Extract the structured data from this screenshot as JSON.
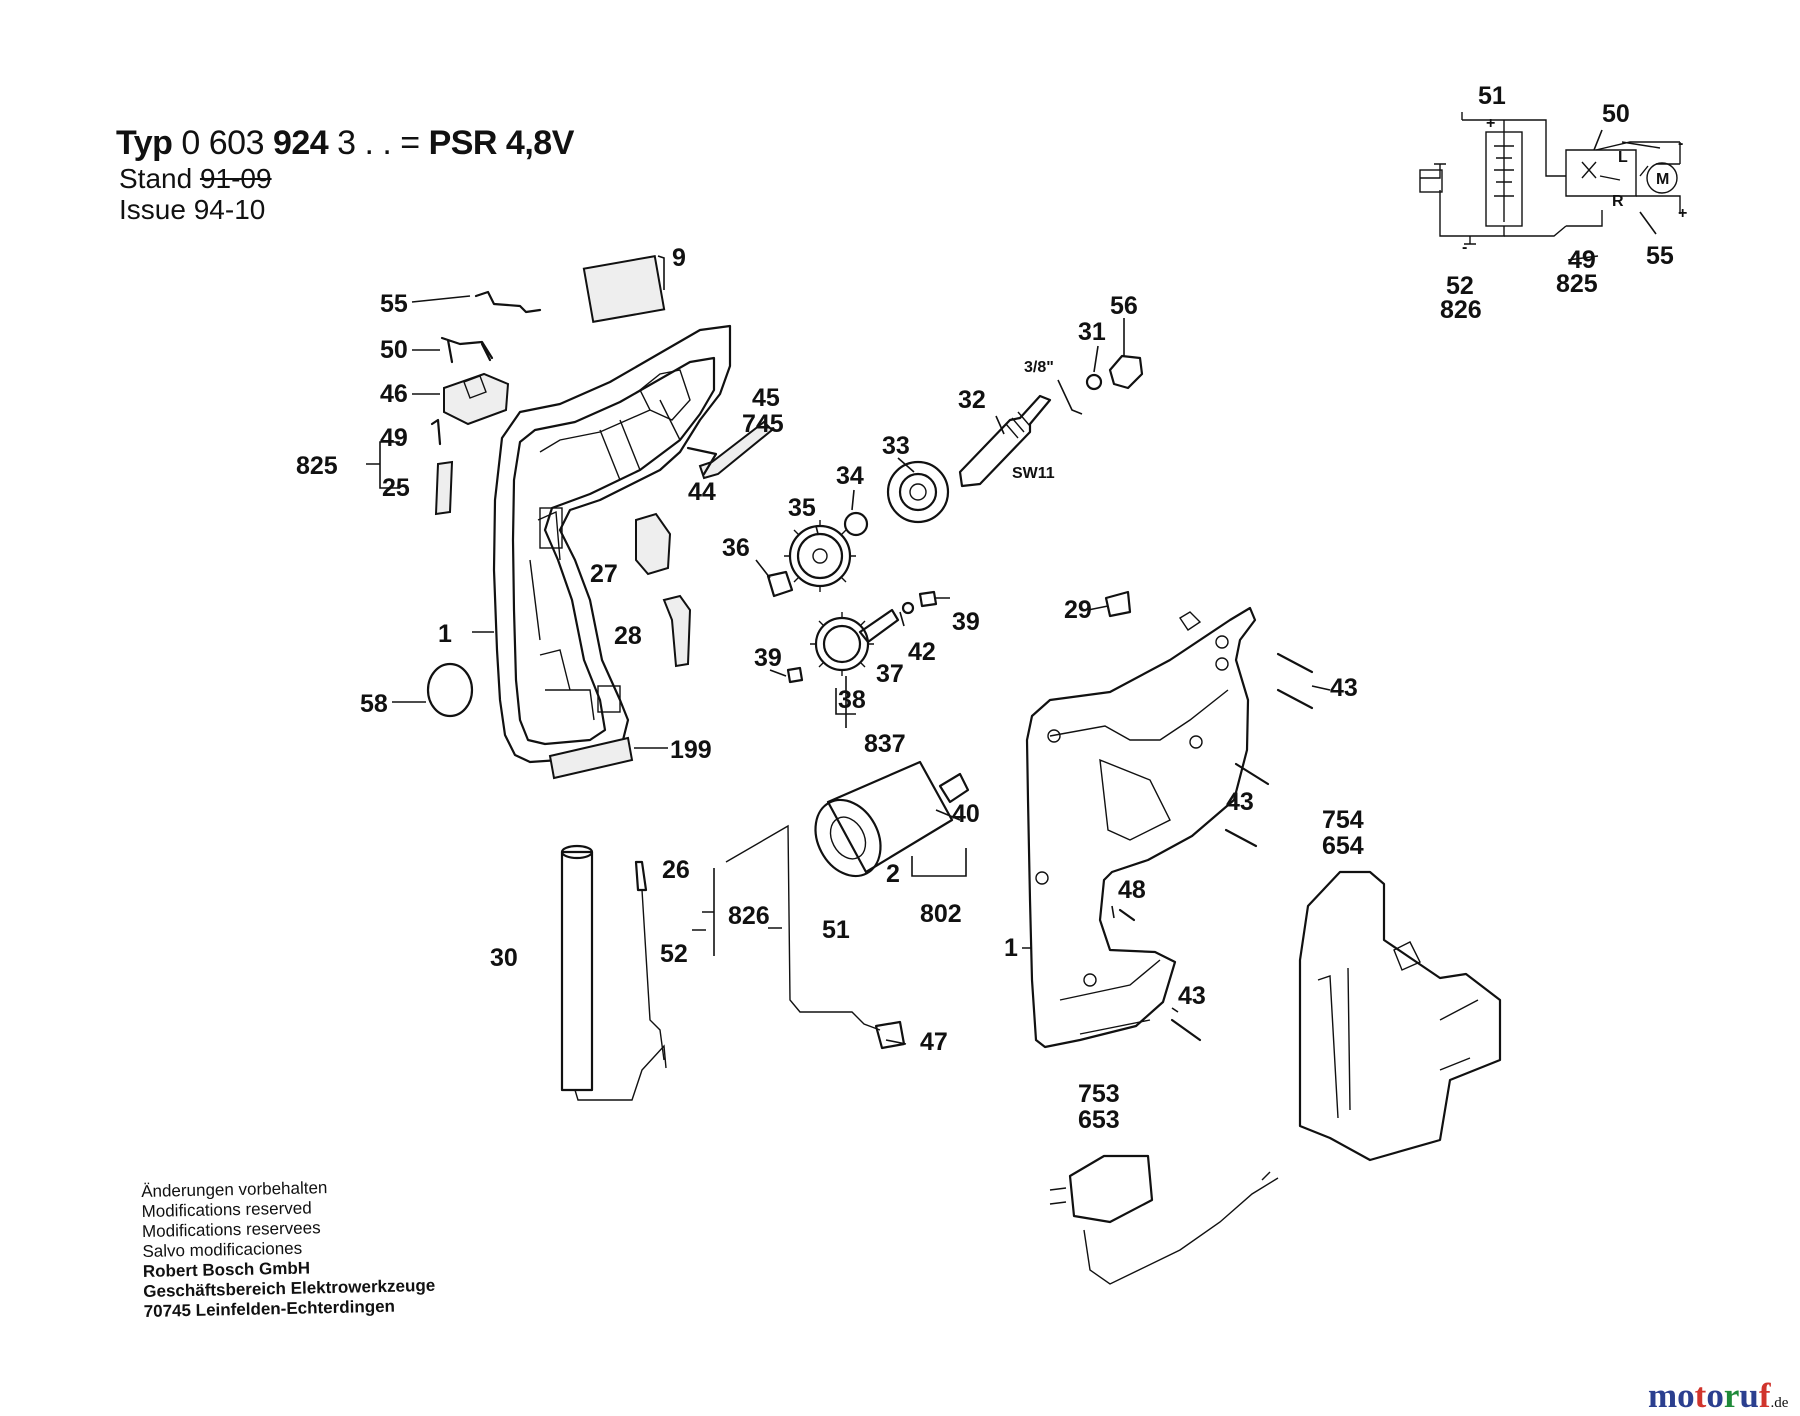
{
  "title": {
    "typ": "Typ",
    "number_a": "0 603",
    "number_b": "924",
    "number_c": "3 . . =",
    "model": "PSR 4,8V",
    "stand_label": "Stand",
    "stand_value": "91-09",
    "issue_label": "Issue",
    "issue_value": "94-10"
  },
  "footer": {
    "lines": [
      "Änderungen vorbehalten",
      "Modifications reserved",
      "Modifications reservees",
      "Salvo modificaciones"
    ],
    "company": [
      "Robert Bosch GmbH",
      "Geschäftsbereich Elektrowerkzeuge",
      "70745 Leinfelden-Echterdingen"
    ]
  },
  "brand": {
    "main": "motoruf",
    "suffix": ".de",
    "colors": [
      "#2b3f8f",
      "#d0342c",
      "#1f8a3a"
    ]
  },
  "schematic": {
    "labels": [
      "51",
      "50",
      "55",
      "52",
      "826",
      "49",
      "825"
    ],
    "plus": "+",
    "minus": "-",
    "motor": "M",
    "left": "L",
    "right": "R"
  },
  "callouts": {
    "9": "9",
    "55": "55",
    "50": "50",
    "46": "46",
    "49": "49",
    "825": "825",
    "25": "25",
    "45": "45",
    "745": "745",
    "44": "44",
    "27": "27",
    "28": "28",
    "1": "1",
    "58": "58",
    "199": "199",
    "56": "56",
    "31": "31",
    "thread": "3/8\"",
    "32": "32",
    "sw11": "SW11",
    "33": "33",
    "34": "34",
    "35": "35",
    "36": "36",
    "39": "39",
    "42": "42",
    "37": "37",
    "38": "38",
    "837": "837",
    "29": "29",
    "43": "43",
    "40": "40",
    "2": "2",
    "802": "802",
    "48": "48",
    "754": "754",
    "654": "654",
    "30": "30",
    "26": "26",
    "52": "52",
    "826": "826",
    "51": "51",
    "47": "47",
    "753": "753",
    "653": "653"
  }
}
